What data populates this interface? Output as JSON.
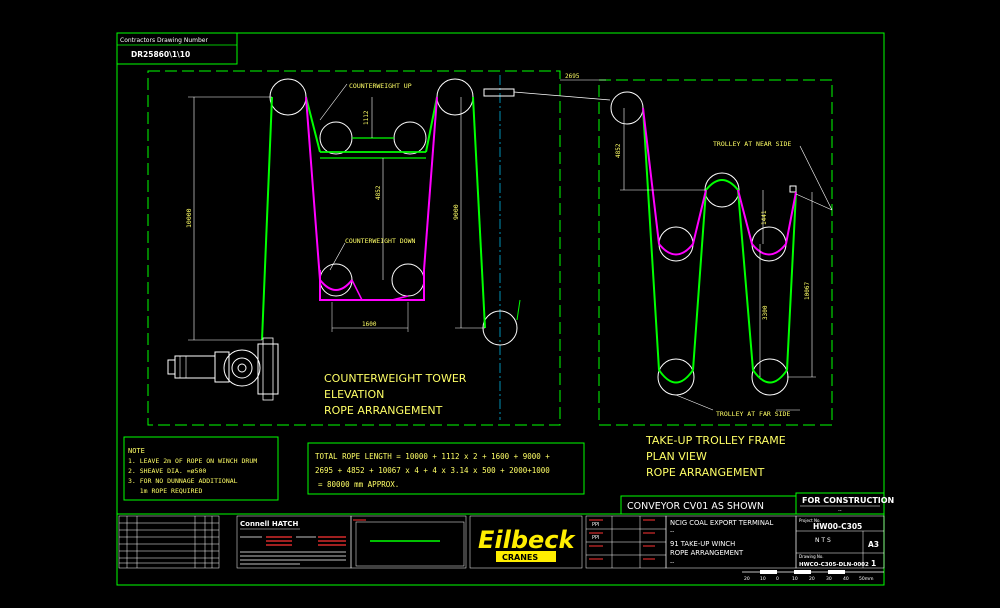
{
  "header": {
    "drawing_number_label": "Contractors Drawing Number",
    "drawing_number": "DR25860\\1\\10"
  },
  "elevation": {
    "label_cw_up": "COUNTERWEIGHT UP",
    "label_cw_down": "COUNTERWEIGHT DOWN",
    "dim_10000": "10000",
    "dim_1112": "1112",
    "dim_4852": "4852",
    "dim_9000": "9000",
    "dim_1600": "1600",
    "dim_2695": "2695",
    "title_line1": "COUNTERWEIGHT TOWER",
    "title_line2": "ELEVATION",
    "title_line3": "ROPE ARRANGEMENT"
  },
  "plan": {
    "label_near": "TROLLEY AT NEAR SIDE",
    "label_far": "TROLLEY AT FAR SIDE",
    "dim_4852": "4852",
    "dim_1441": "1441",
    "dim_10067": "10067",
    "dim_3300": "3300",
    "title_line1": "TAKE-UP TROLLEY FRAME",
    "title_line2": "PLAN VIEW",
    "title_line3": "ROPE ARRANGEMENT"
  },
  "notes": {
    "title": "NOTE",
    "items": [
      "1. LEAVE 2m OF ROPE ON WINCH DRUM",
      "2. SHEAVE DIA. =ø500",
      "3. FOR NO DUNNAGE ADDITIONAL",
      "   1m ROPE REQUIRED"
    ]
  },
  "rope_calc": {
    "lines": [
      "TOTAL ROPE LENGTH = 10000 + 1112 x 2 + 1600 + 9000 +",
      "2695 + 4852 + 10067 x 4 + 4 x 3.14 x 500 + 2000+1000",
      "= 80000 mm APPROX."
    ]
  },
  "title_block": {
    "conveyor_note": "CONVEYOR CV01 AS SHOWN",
    "status": "FOR CONSTRUCTION",
    "company": "Connell HATCH",
    "logo_text": "Eilbeck",
    "logo_subtext": "CRANES",
    "project": "NCIG COAL EXPORT TERMINAL",
    "dash1": "--",
    "title1": "91 TAKE-UP WINCH",
    "title2": "ROPE ARRANGEMENT",
    "dash2": "--",
    "project_no_label": "Project No.",
    "project_no": "HW00-C305",
    "scale": "N T S",
    "size": "A3",
    "drawing_no_label": "Drawing No.",
    "drawing_no": "HWCO-C305-DLN-0002",
    "rev": "1",
    "scale_ticks": [
      "20",
      "10",
      "0",
      "10",
      "20",
      "30",
      "40",
      "50mm"
    ]
  },
  "colors": {
    "frame": "#00ff00",
    "rope_green": "#00ff00",
    "rope_magenta": "#ff00ff",
    "text": "#ffff66",
    "lines": "#ffffff",
    "logo": "#ffee00",
    "red": "#ff3333"
  }
}
